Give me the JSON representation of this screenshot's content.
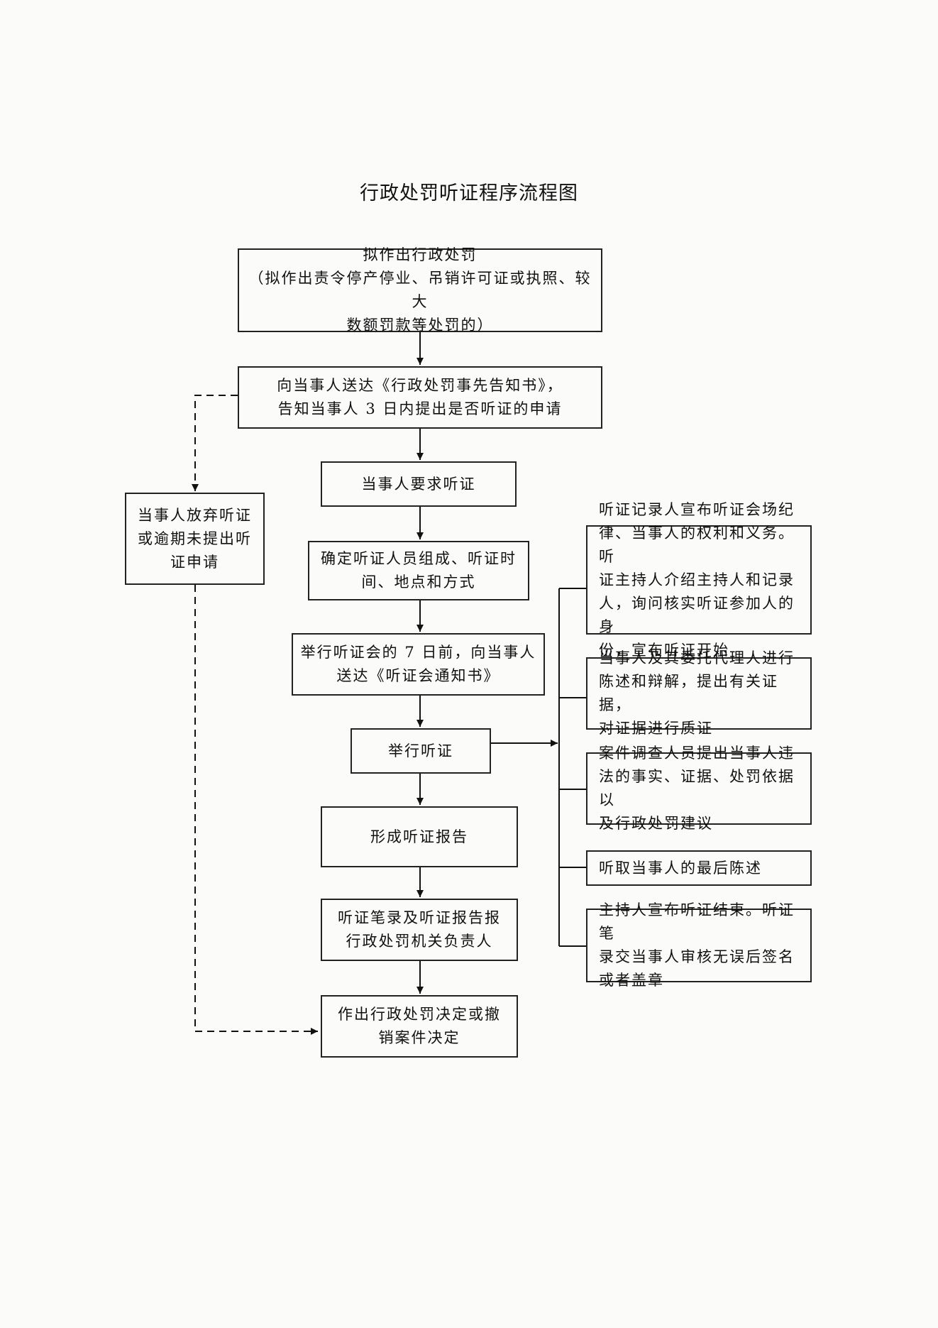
{
  "title": "行政处罚听证程序流程图",
  "nodes": {
    "propose": [
      "拟作出行政处罚",
      "（拟作出责令停产停业、吊销许可证或执照、较大",
      "数额罚款等处罚的）"
    ],
    "notify": [
      "向当事人送达《行政处罚事先告知书》，",
      "告知当事人 3 日内提出是否听证的申请"
    ],
    "request": [
      "当事人要求听证"
    ],
    "waive": [
      "当事人放弃听证",
      "或逾期未提出听",
      "证申请"
    ],
    "determine": [
      "确定听证人员组成、听证时",
      "间、地点和方式"
    ],
    "seven_days": [
      "举行听证会的 7 日前，向当事人",
      "送达《听证会通知书》"
    ],
    "hold": [
      "举行听证"
    ],
    "report": [
      "形成听证报告"
    ],
    "submit": [
      "听证笔录及听证报告报",
      "行政处罚机关负责人"
    ],
    "decision": [
      "作出行政处罚决定或撤",
      "销案件决定"
    ]
  },
  "hearing_steps": [
    [
      "听证记录人宣布听证会场纪",
      "律、当事人的权利和义务。听",
      "证主持人介绍主持人和记录",
      "人，询问核实听证参加人的身",
      "份，宣布听证开始"
    ],
    [
      "当事人及其委托代理人进行",
      "陈述和辩解，提出有关证据，",
      "对证据进行质证"
    ],
    [
      "案件调查人员提出当事人违",
      "法的事实、证据、处罚依据以",
      "及行政处罚建议"
    ],
    [
      "听取当事人的最后陈述"
    ],
    [
      "主持人宣布听证结束。听证笔",
      "录交当事人审核无误后签名",
      "或者盖章"
    ]
  ]
}
